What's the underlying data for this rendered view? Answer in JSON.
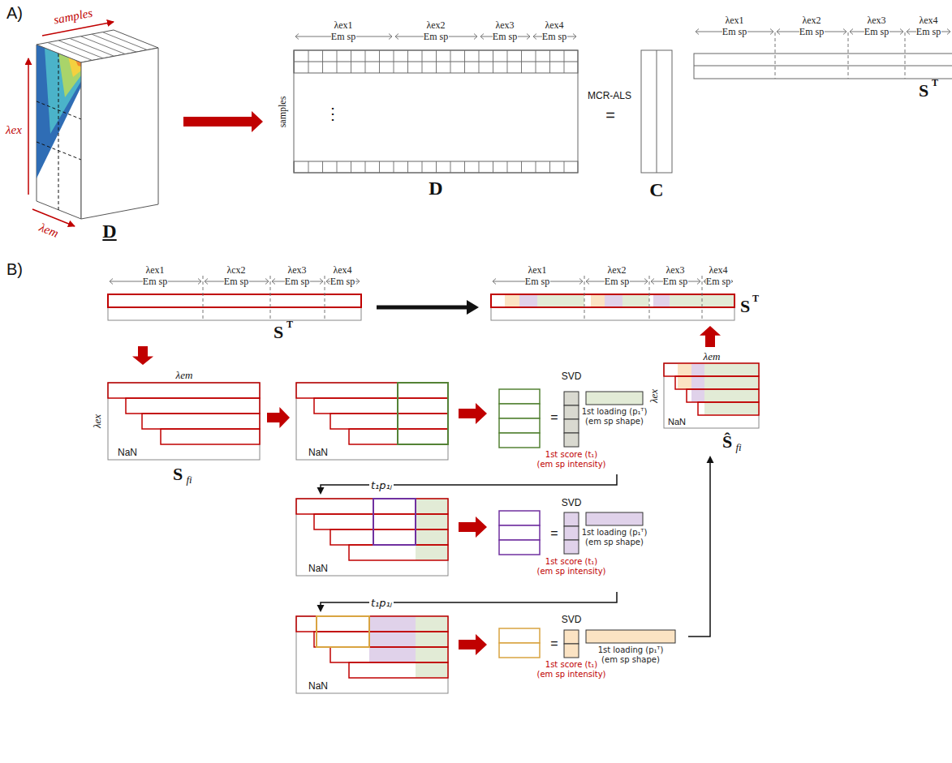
{
  "diagram": {
    "nodes": [
      {
        "text": [
          "samples",
          "λex",
          "λem",
          "D"
        ]
      },
      {
        "text": [
          "λex1 Em sp",
          "λex2 Em sp",
          "λex3 Em sp",
          "λex4 Em sp",
          "samples",
          "⋮",
          "D"
        ]
      },
      {
        "text": [
          "C"
        ]
      },
      {
        "text": [
          "λex1 Em sp",
          "λex2 Em sp",
          "λex3 Em sp",
          "λex4 Em sp",
          "S",
          "T"
        ]
      },
      {
        "text": [
          "λex1 Em sp",
          "λcx2 Em sp",
          "λex3 Em sp",
          "λex4 Em sp",
          "S",
          "T"
        ]
      },
      {
        "text": [
          "λex1 Em sp",
          "λex2 Em sp",
          "λex3 Em sp",
          "λex4 Em sp",
          "S",
          "T"
        ]
      },
      {
        "text": [
          "λem",
          "λex",
          "NaN",
          "S",
          "fi"
        ]
      },
      {
        "text": [
          "NaN"
        ]
      },
      {
        "text": [
          "SVD",
          "=",
          "1st loading (p₁ᵀ) (em sp shape)",
          "1st score (t₁) (em sp intensity)"
        ]
      },
      {
        "text": [
          "NaN"
        ]
      },
      {
        "text": [
          "SVD",
          "=",
          "1st loading (p₁ᵀ) (em sp shape)",
          "1st score (t₁) (em sp intensity)"
        ]
      },
      {
        "text": [
          "NaN"
        ]
      },
      {
        "text": [
          "SVD",
          "=",
          "1st loading (p₁ᵀ) (em sp shape)",
          "1st score (t₁) (em sp intensity)"
        ]
      },
      {
        "text": [
          "λem",
          "λex",
          "NaN",
          "Ŝ",
          "fi"
        ]
      }
    ],
    "edges": [
      {
        "from": 0,
        "to": 1,
        "arrow": "to"
      },
      {
        "from": 4,
        "to": 5,
        "arrow": "to"
      },
      {
        "from": 4,
        "to": 6,
        "arrow": "to"
      },
      {
        "from": 6,
        "to": 7,
        "arrow": "to"
      },
      {
        "from": 7,
        "to": 8,
        "arrow": "to"
      },
      {
        "from": 8,
        "to": 9,
        "arrow": "to",
        "label": "t₁p₁ⱼ"
      },
      {
        "from": 9,
        "to": 10,
        "arrow": "to"
      },
      {
        "from": 10,
        "to": 11,
        "arrow": "to",
        "label": "t₁p₁ⱼ"
      },
      {
        "from": 11,
        "to": 12,
        "arrow": "to"
      },
      {
        "from": 12,
        "to": 13,
        "arrow": "to"
      },
      {
        "from": 13,
        "to": 5,
        "arrow": "to"
      }
    ],
    "labels": [
      "A)",
      "MCR-ALS",
      "=",
      "B)"
    ]
  }
}
